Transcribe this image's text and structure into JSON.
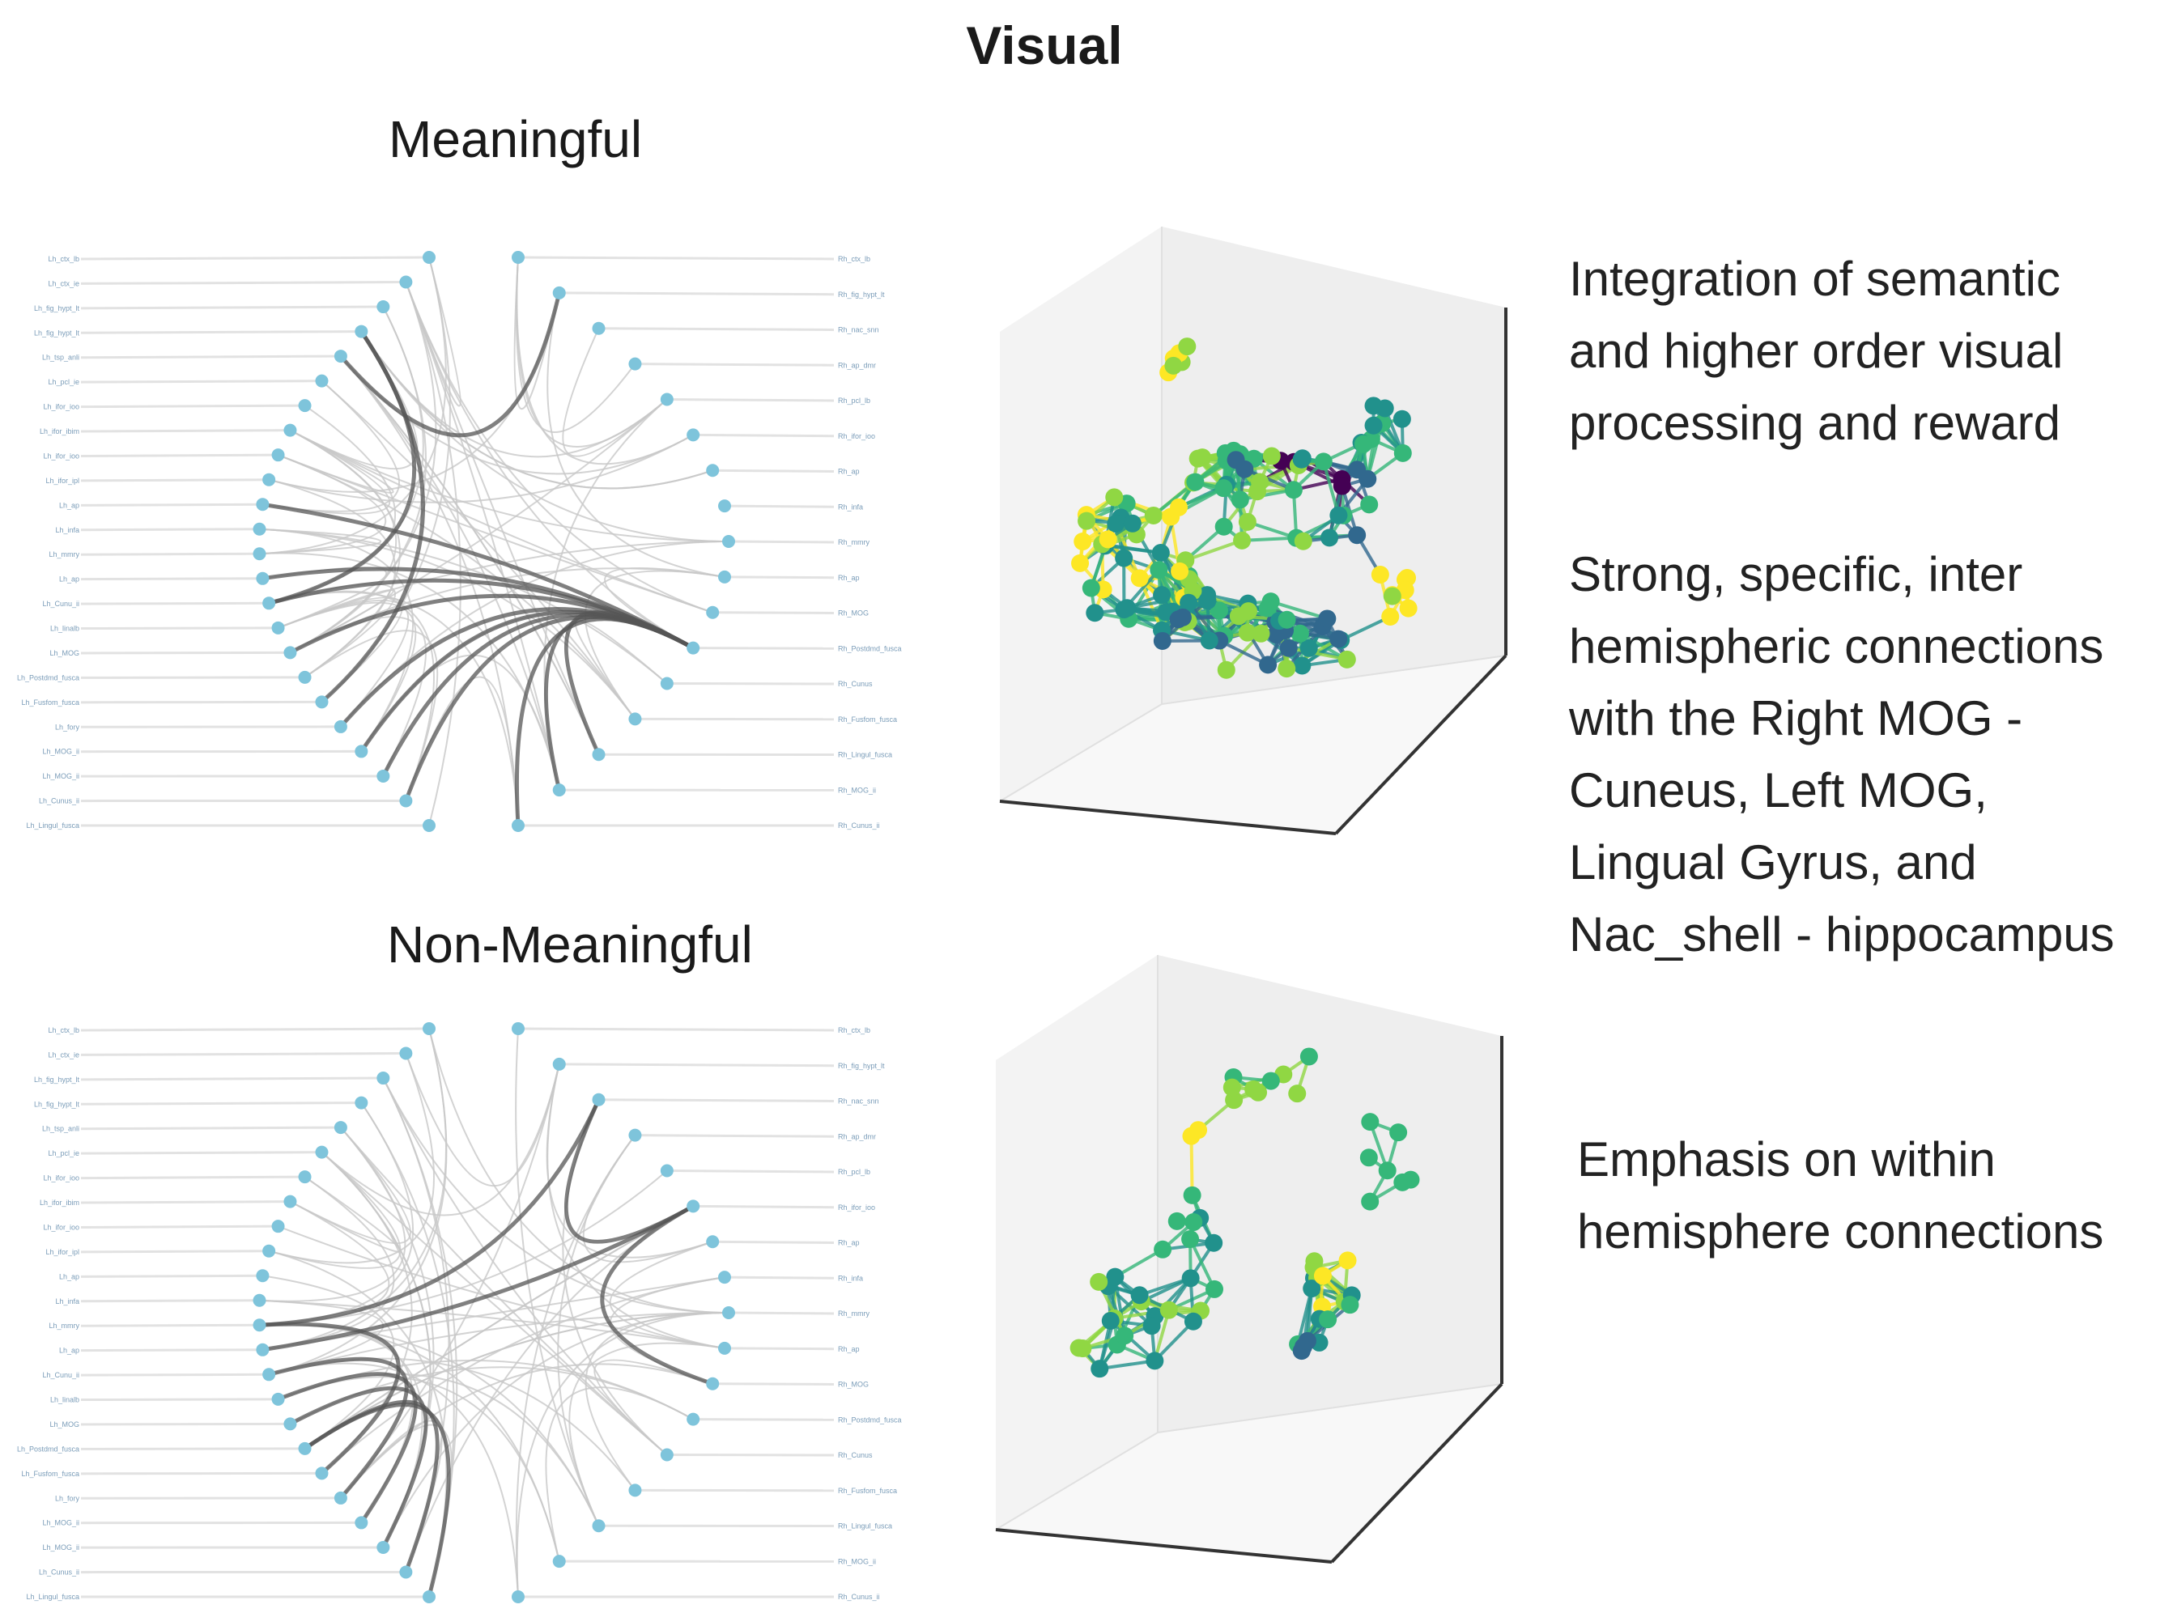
{
  "title": "Visual",
  "panels": [
    {
      "id": "meaningful",
      "title": "Meaningful",
      "left_labels": [
        "Lh_ctx_lb",
        "Lh_ctx_ie",
        "Lh_fig_hypt_lt",
        "Lh_fig_hypt_lt",
        "Lh_tsp_anli",
        "Lh_pcl_ie",
        "Lh_ifor_ioo",
        "Lh_ifor_ibim",
        "Lh_ifor_ioo",
        "Lh_ifor_ipl",
        "Lh_ap",
        "Lh_infa",
        "Lh_mmry",
        "Lh_ap",
        "Lh_Cunu_ii",
        "Lh_linalb",
        "Lh_MOG",
        "Lh_Postdmd_fusca",
        "Lh_Fusfom_fusca",
        "Lh_fory",
        "Lh_MOG_ii",
        "Lh_MOG_ii",
        "Lh_Cunus_ii",
        "Lh_Lingul_fusca"
      ],
      "right_labels": [
        "Rh_ctx_lb",
        "Rh_fig_hypt_lt",
        "Rh_nac_snn",
        "Rh_ap_dmr",
        "Rh_pcl_lb",
        "Rh_ifor_ioo",
        "Rh_ap",
        "Rh_infa",
        "Rh_mmry",
        "Rh_ap",
        "Rh_MOG",
        "Rh_Postdmd_fusca",
        "Rh_Cunus",
        "Rh_Fusfom_fusca",
        "Rh_Lingul_fusca",
        "Rh_MOG_ii",
        "Rh_Cunus_ii"
      ]
    },
    {
      "id": "nonmeaningful",
      "title": "Non-Meaningful",
      "left_labels": [
        "Lh_ctx_lb",
        "Lh_ctx_ie",
        "Lh_fig_hypt_lt",
        "Lh_fig_hypt_lt",
        "Lh_tsp_anli",
        "Lh_pcl_ie",
        "Lh_ifor_ioo",
        "Lh_ifor_ibim",
        "Lh_ifor_ioo",
        "Lh_ifor_ipl",
        "Lh_ap",
        "Lh_infa",
        "Lh_mmry",
        "Lh_ap",
        "Lh_Cunu_ii",
        "Lh_linalb",
        "Lh_MOG",
        "Lh_Postdmd_fusca",
        "Lh_Fusfom_fusca",
        "Lh_fory",
        "Lh_MOG_ii",
        "Lh_MOG_ii",
        "Lh_Cunus_ii",
        "Lh_Lingul_fusca"
      ],
      "right_labels": [
        "Rh_ctx_lb",
        "Rh_fig_hypt_lt",
        "Rh_nac_snn",
        "Rh_ap_dmr",
        "Rh_pcl_lb",
        "Rh_ifor_ioo",
        "Rh_ap",
        "Rh_infa",
        "Rh_mmry",
        "Rh_ap",
        "Rh_MOG",
        "Rh_Postdmd_fusca",
        "Rh_Cunus",
        "Rh_Fusfom_fusca",
        "Rh_Lingul_fusca",
        "Rh_MOG_ii",
        "Rh_Cunus_ii"
      ]
    }
  ],
  "descriptions": {
    "meaningful_1": "Integration of semantic and higher order visual processing and reward",
    "meaningful_2": "Strong, specific, inter hemispheric connections with the Right MOG - Cuneus, Left MOG, Lingual Gyrus, and Nac_shell - hippocampus",
    "nonmeaningful": "Emphasis on within hemisphere connections"
  },
  "colors": {
    "node": "#7ec4db",
    "edge_strong": "#555555",
    "edge_weak": "#c8c8c8",
    "viridis": [
      "#440154",
      "#31688e",
      "#21918c",
      "#35b779",
      "#90d743",
      "#fde725"
    ]
  }
}
